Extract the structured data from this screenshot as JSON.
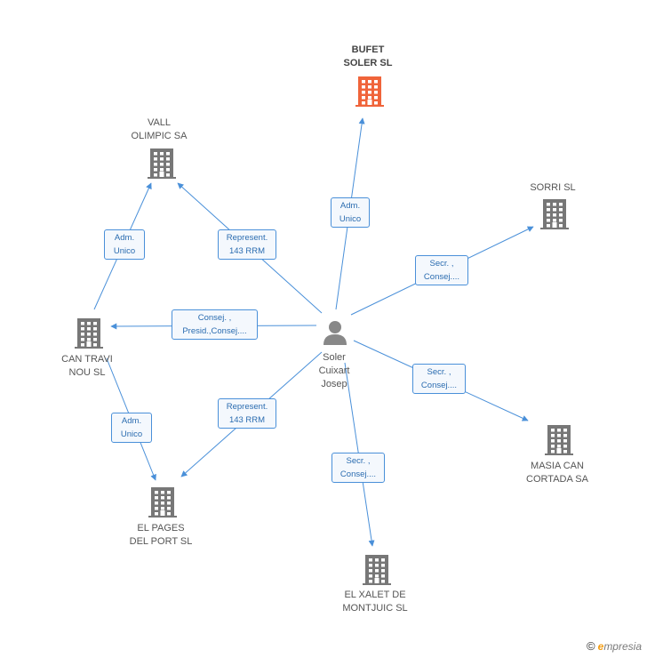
{
  "nodes": {
    "bufet": {
      "label": "BUFET\nSOLER SL",
      "highlight": true
    },
    "vall": {
      "label": "VALL\nOLIMPIC SA"
    },
    "sorri": {
      "label": "SORRI SL"
    },
    "cantravi": {
      "label": "CAN TRAVI\nNOU SL"
    },
    "person": {
      "label": "Soler\nCuixart\nJosep"
    },
    "masia": {
      "label": "MASIA CAN\nCORTADA SA"
    },
    "pages": {
      "label": "EL PAGES\nDEL PORT SL"
    },
    "xalet": {
      "label": "EL XALET DE\nMONTJUIC SL"
    }
  },
  "edges": {
    "person_bufet": "Adm.\nUnico",
    "person_vall": "Represent.\n143 RRM",
    "cantravi_vall": "Adm.\nUnico",
    "person_sorri": "Secr. ,\nConsej....",
    "person_cantravi": "Consej. ,\nPresid.,Consej....",
    "person_masia": "Secr. ,\nConsej....",
    "person_pages": "Represent.\n143 RRM",
    "cantravi_pages": "Adm.\nUnico",
    "person_xalet": "Secr. ,\nConsej...."
  },
  "colors": {
    "edge": "#4a90d9",
    "company": "#777777",
    "highlight": "#f0643a",
    "person": "#888888"
  },
  "icons": {
    "company": "building-icon",
    "person": "person-icon"
  },
  "brand": {
    "copyright": "©",
    "e": "e",
    "rest": "mpresia"
  }
}
